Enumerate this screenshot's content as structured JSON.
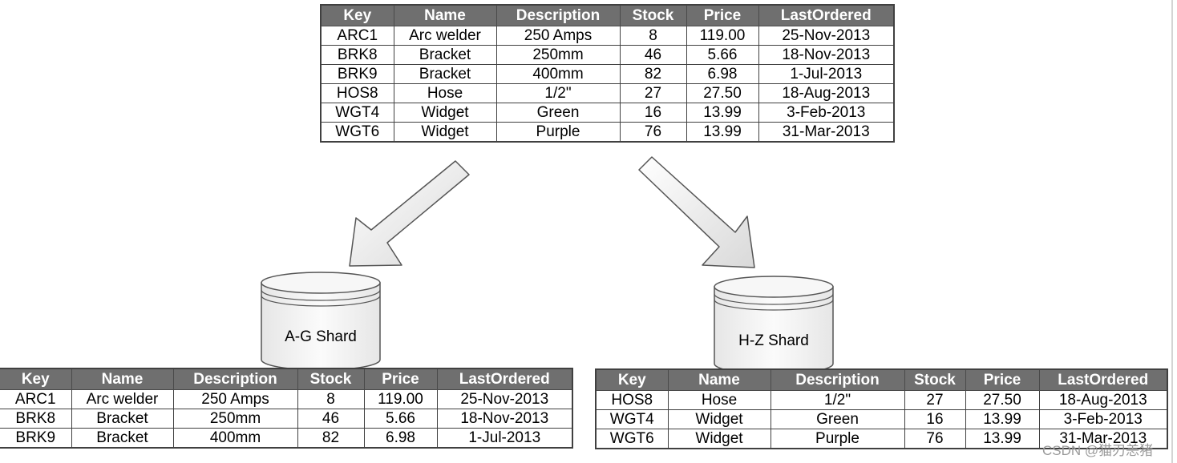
{
  "columns": [
    "Key",
    "Name",
    "Description",
    "Stock",
    "Price",
    "LastOrdered"
  ],
  "source_table": {
    "rows": [
      [
        "ARC1",
        "Arc welder",
        "250 Amps",
        "8",
        "119.00",
        "25-Nov-2013"
      ],
      [
        "BRK8",
        "Bracket",
        "250mm",
        "46",
        "5.66",
        "18-Nov-2013"
      ],
      [
        "BRK9",
        "Bracket",
        "400mm",
        "82",
        "6.98",
        "1-Jul-2013"
      ],
      [
        "HOS8",
        "Hose",
        "1/2\"",
        "27",
        "27.50",
        "18-Aug-2013"
      ],
      [
        "WGT4",
        "Widget",
        "Green",
        "16",
        "13.99",
        "3-Feb-2013"
      ],
      [
        "WGT6",
        "Widget",
        "Purple",
        "76",
        "13.99",
        "31-Mar-2013"
      ]
    ]
  },
  "shards": [
    {
      "label": "A-G Shard",
      "rows": [
        [
          "ARC1",
          "Arc welder",
          "250 Amps",
          "8",
          "119.00",
          "25-Nov-2013"
        ],
        [
          "BRK8",
          "Bracket",
          "250mm",
          "46",
          "5.66",
          "18-Nov-2013"
        ],
        [
          "BRK9",
          "Bracket",
          "400mm",
          "82",
          "6.98",
          "1-Jul-2013"
        ]
      ]
    },
    {
      "label": "H-Z Shard",
      "rows": [
        [
          "HOS8",
          "Hose",
          "1/2\"",
          "27",
          "27.50",
          "18-Aug-2013"
        ],
        [
          "WGT4",
          "Widget",
          "Green",
          "16",
          "13.99",
          "3-Feb-2013"
        ],
        [
          "WGT6",
          "Widget",
          "Purple",
          "76",
          "13.99",
          "31-Mar-2013"
        ]
      ]
    }
  ],
  "watermark": "CSDN @猫刃恙猪",
  "colors": {
    "header_bg": "#6f6f6f",
    "header_text": "#ffffff",
    "border": "#404040",
    "arrow_fill": "#f2f2f2",
    "arrow_stroke": "#555555",
    "cylinder_fill": "#f4f4f4"
  }
}
